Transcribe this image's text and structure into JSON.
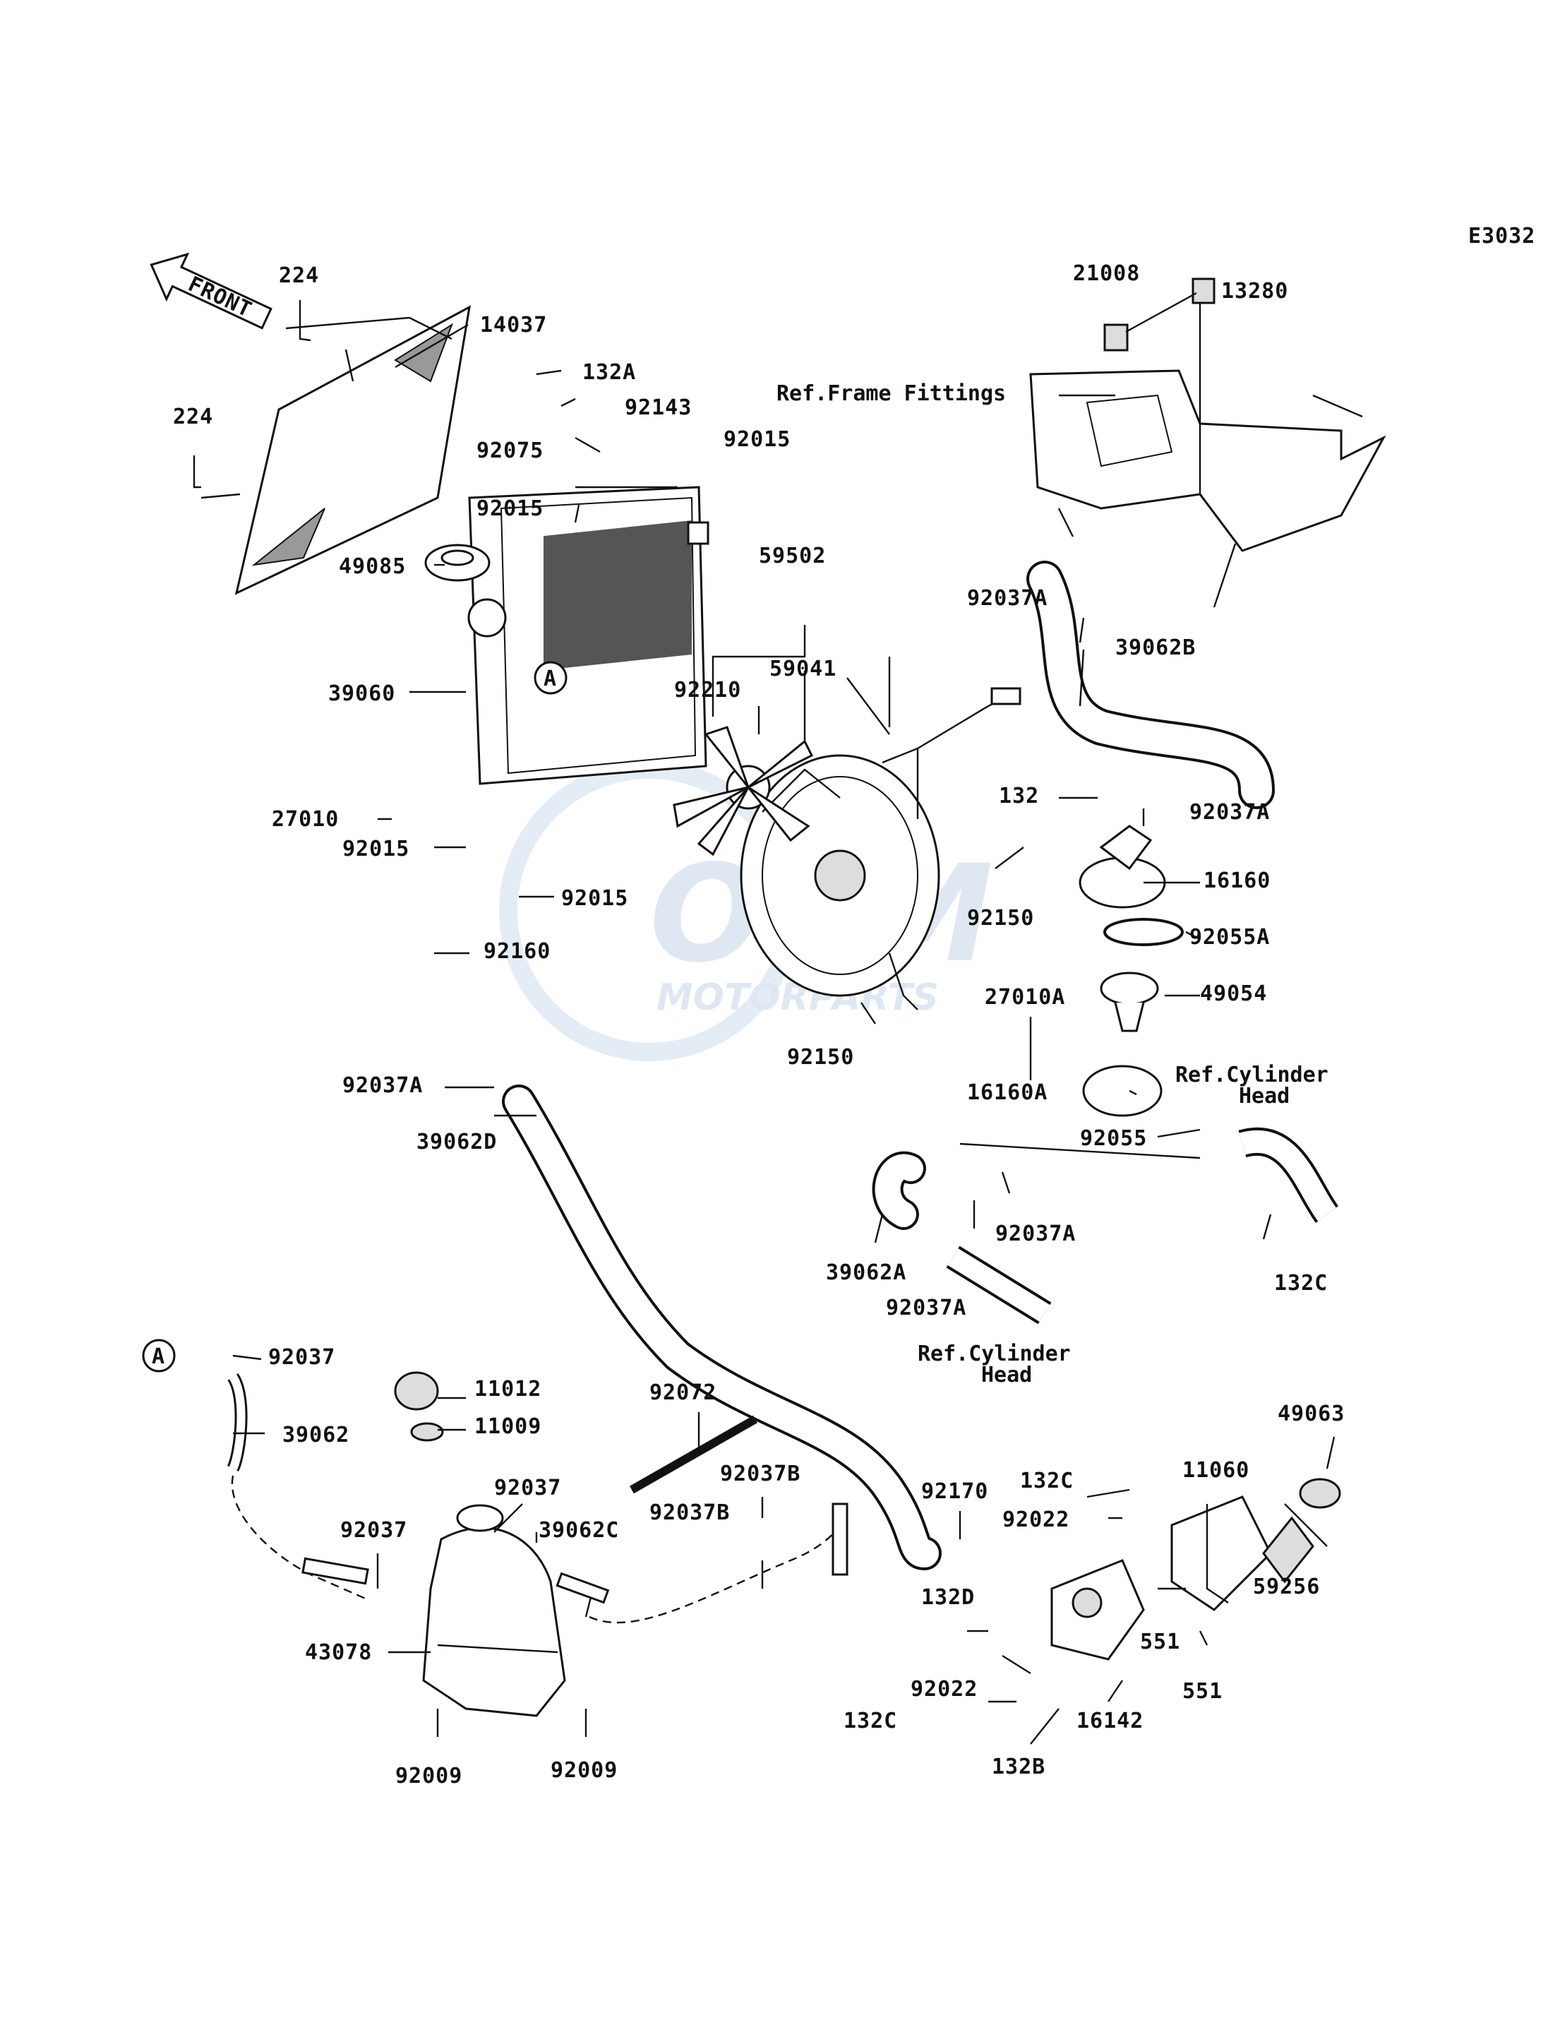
{
  "diagram_code": "E3032",
  "front_label": "FRONT",
  "callout_letter": "A",
  "watermark": {
    "brand": "OSM",
    "sub": "MOTORPARTS"
  },
  "refs": {
    "frame_fittings": "Ref.Frame Fittings",
    "cyl_head_1_line1": "Ref.Cylinder",
    "cyl_head_1_line2": "Head",
    "cyl_head_2_line1": "Ref.Cylinder",
    "cyl_head_2_line2": "Head"
  },
  "parts": {
    "p224a": "224",
    "p224b": "224",
    "p14037": "14037",
    "p132a": "132A",
    "p92143": "92143",
    "p92075": "92075",
    "p92015a": "92015",
    "p92015b": "92015",
    "p49085": "49085",
    "p39060": "39060",
    "p27010": "27010",
    "p92015c": "92015",
    "p92015d": "92015",
    "p92160": "92160",
    "p59502": "59502",
    "p59041": "59041",
    "p92210": "92210",
    "p92150a": "92150",
    "p92150b": "92150",
    "p21008": "21008",
    "p13280": "13280",
    "p92037a_1": "92037A",
    "p39062b": "39062B",
    "p132": "132",
    "p92037a_2": "92037A",
    "p16160": "16160",
    "p92055a": "92055A",
    "p27010a": "27010A",
    "p49054": "49054",
    "p16160a": "16160A",
    "p92055": "92055",
    "p92037a_3": "92037A",
    "p39062d": "39062D",
    "p39062a": "39062A",
    "p92037a_4": "92037A",
    "p92037a_5": "92037A",
    "p132c_1": "132C",
    "p92037_1": "92037",
    "p39062": "39062",
    "p11012": "11012",
    "p11009": "11009",
    "p92072": "92072",
    "p92037_2": "92037",
    "p92037b_1": "92037B",
    "p92037_3": "92037",
    "p39062c": "39062C",
    "p92037b_2": "92037B",
    "p43078": "43078",
    "p92009a": "92009",
    "p92009b": "92009",
    "p92170": "92170",
    "p132c_2": "132C",
    "p92022a": "92022",
    "p11060": "11060",
    "p49063": "49063",
    "p59256": "59256",
    "p132d": "132D",
    "p551a": "551",
    "p551b": "551",
    "p92022b": "92022",
    "p132c_3": "132C",
    "p16142": "16142",
    "p132b": "132B"
  }
}
